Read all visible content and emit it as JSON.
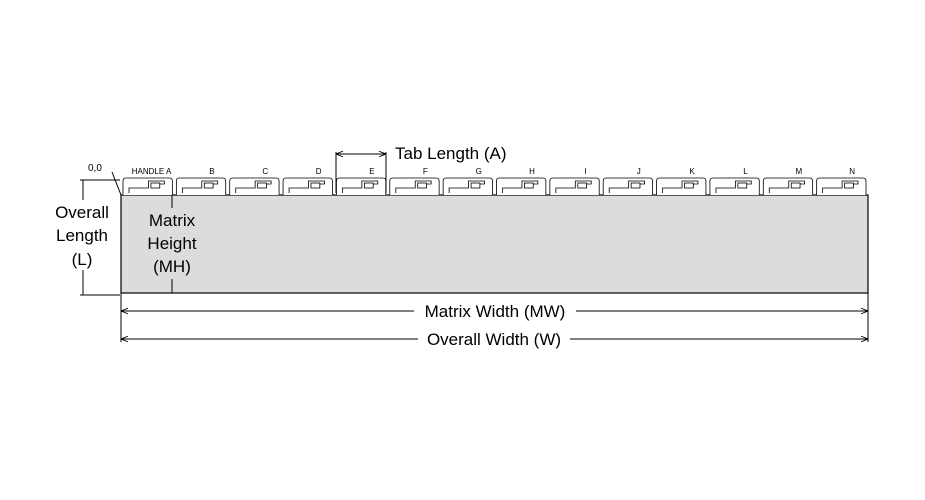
{
  "origin_label": "0,0",
  "tab_labels": [
    "HANDLE A",
    "B",
    "C",
    "D",
    "E",
    "F",
    "G",
    "H",
    "I",
    "J",
    "K",
    "L",
    "M",
    "N"
  ],
  "dimensions": {
    "tab_length": "Tab Length (A)",
    "overall_length": [
      "Overall",
      "Length",
      "(L)"
    ],
    "matrix_height": [
      "Matrix",
      "Height",
      "(MH)"
    ],
    "matrix_width": "Matrix Width (MW)",
    "overall_width": "Overall Width (W)"
  },
  "colors": {
    "matrix_fill": "#dcdcdc",
    "line": "#000000",
    "background": "#ffffff"
  }
}
